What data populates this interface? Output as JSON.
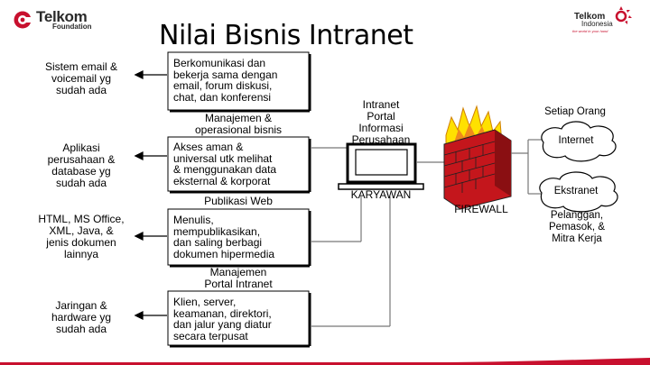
{
  "header": {
    "title": "Nilai Bisnis Intranet",
    "logo_left_name": "Telkom",
    "logo_left_sub": "Foundation",
    "logo_right_name": "Telkom",
    "logo_right_sub": "Indonesia",
    "logo_right_tagline": "the world in your hand"
  },
  "left_items": [
    {
      "lines": [
        "Sistem email &",
        "voicemail yg",
        "sudah ada"
      ]
    },
    {
      "lines": [
        "Aplikasi",
        "perusahaan &",
        "database yg",
        "sudah ada"
      ]
    },
    {
      "lines": [
        "HTML, MS Office,",
        "XML, Java, &",
        "jenis dokumen",
        "lainnya"
      ]
    },
    {
      "lines": [
        "Jaringan &",
        "hardware yg",
        "sudah ada"
      ]
    }
  ],
  "boxes": [
    {
      "lines": [
        "Berkomunikasi dan",
        "bekerja sama dengan",
        "email, forum diskusi,",
        "chat, dan konferensi"
      ]
    },
    {
      "header": [
        "Manajemen &",
        "operasional bisnis"
      ],
      "lines": [
        "Akses aman &",
        "universal utk melihat",
        "& menggunakan data",
        "eksternal & korporat"
      ]
    },
    {
      "header": [
        "Publikasi Web"
      ],
      "lines": [
        "Menulis,",
        "mempublikasikan,",
        "dan saling berbagi",
        "dokumen hipermedia"
      ]
    },
    {
      "header": [
        "Manajemen",
        "Portal Intranet"
      ],
      "lines": [
        "Klien, server,",
        "keamanan, direktori,",
        "dan jalur yang diatur",
        "secara terpusat"
      ]
    }
  ],
  "portal": {
    "lines": [
      "Intranet",
      "Portal",
      "Informasi",
      "Perusahaan"
    ],
    "karyawan": "KARYAWAN"
  },
  "firewall": "FIREWALL",
  "network": {
    "setiap_orang": "Setiap Orang",
    "internet": "Internet",
    "ekstranet": "Ekstranet",
    "partners": [
      "Pelanggan,",
      "Pemasok, &",
      "Mitra Kerja"
    ]
  },
  "colors": {
    "brand_red": "#c8102e",
    "flame_yellow": "#ffe100",
    "flame_orange": "#f08a1c",
    "brick": "#c4161c"
  }
}
